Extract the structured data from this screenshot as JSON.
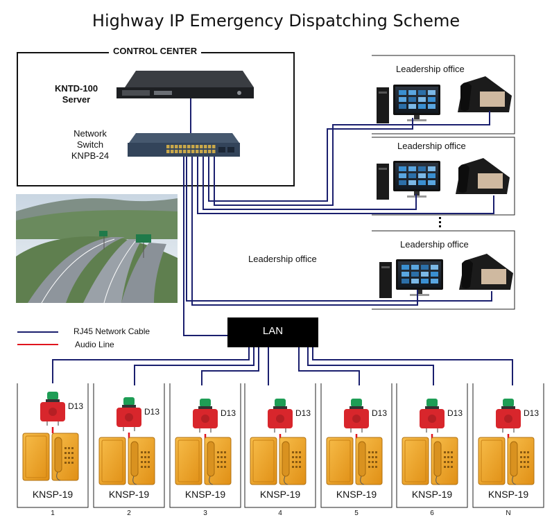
{
  "title": "Highway IP Emergency Dispatching Scheme",
  "control_center": {
    "label": "CONTROL CENTER",
    "server": {
      "name": "KNTD-100",
      "role": "Server"
    },
    "switch": {
      "line1": "Network",
      "line2": "Switch",
      "model": "KNPB-24"
    }
  },
  "offices": [
    {
      "label": "Leadership office"
    },
    {
      "label": "Leadership office"
    },
    {
      "label": "Leadership office"
    }
  ],
  "middle_label": "Leadership office",
  "lan_label": "LAN",
  "legend": {
    "network": {
      "label": "RJ45 Network Cable",
      "color": "#1a1f6e"
    },
    "audio": {
      "label": "Audio Line",
      "color": "#e0141e"
    }
  },
  "stations": [
    {
      "speaker": "D13",
      "phone": "KNSP-19",
      "num": "1"
    },
    {
      "speaker": "D13",
      "phone": "KNSP-19",
      "num": "2"
    },
    {
      "speaker": "D13",
      "phone": "KNSP-19",
      "num": "3"
    },
    {
      "speaker": "D13",
      "phone": "KNSP-19",
      "num": "4"
    },
    {
      "speaker": "D13",
      "phone": "KNSP-19",
      "num": "5"
    },
    {
      "speaker": "D13",
      "phone": "KNSP-19",
      "num": "6"
    },
    {
      "speaker": "D13",
      "phone": "KNSP-19",
      "num": "N"
    }
  ],
  "colors": {
    "cable": "#1a1f6e",
    "audio": "#e0141e",
    "lan": "#000000",
    "phone_body": "#f2a324",
    "speaker_body": "#d8262c",
    "beacon": "#1e9d55"
  }
}
